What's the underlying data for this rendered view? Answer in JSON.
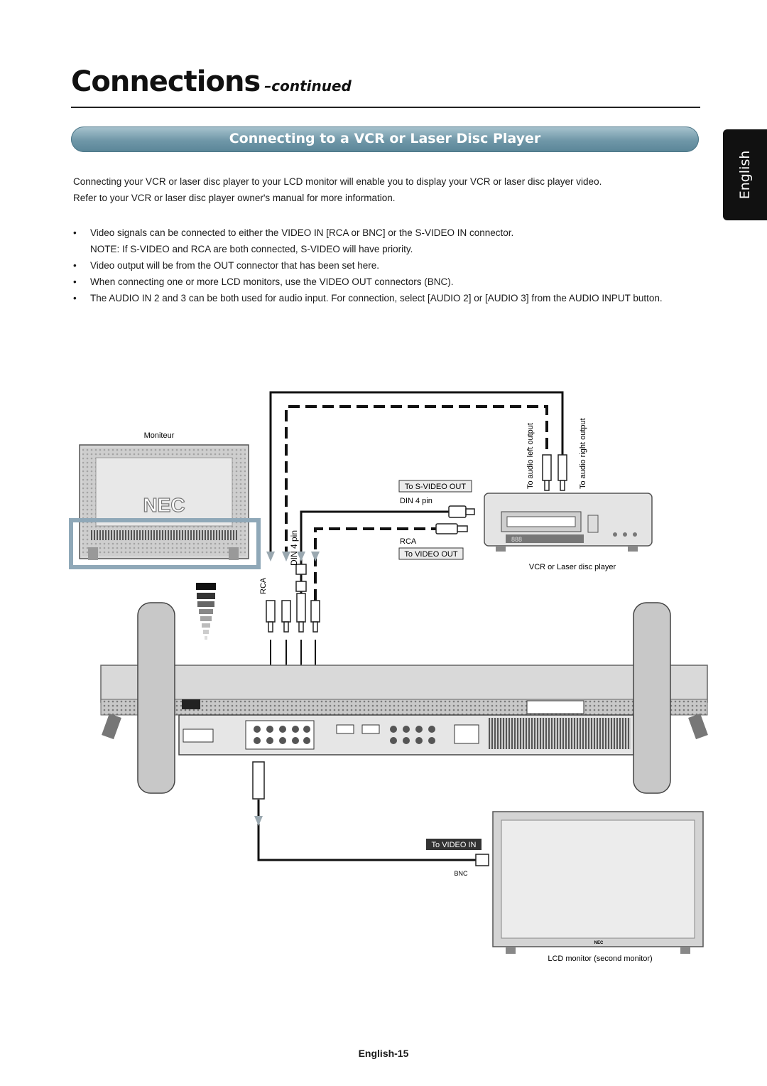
{
  "page": {
    "title": "Connections",
    "title_suffix": "–continued",
    "section_heading": "Connecting to a VCR or Laser Disc Player",
    "language_tab": "English",
    "intro_line1": "Connecting your VCR or laser disc player to your LCD monitor will enable you to display your VCR or laser disc player video.",
    "intro_line2": "Refer to your VCR or laser disc player owner's manual for more information.",
    "bullets": [
      "Video signals can be connected to either the VIDEO IN [RCA or BNC] or the S-VIDEO IN connector.",
      "Video output will be from the OUT connector that has been set here.",
      "When connecting one or more LCD monitors, use the VIDEO OUT connectors (BNC).",
      "The AUDIO IN 2 and 3 can be both used for audio input. For connection, select [AUDIO 2] or [AUDIO 3] from the AUDIO INPUT button."
    ],
    "note": "NOTE:  If S-VIDEO and RCA are both connected, S-VIDEO will have priority.",
    "footer": "English-15"
  },
  "diagram": {
    "monitor_label": "Moniteur",
    "brand_logo": "NEC",
    "audio_left": "To audio left output",
    "audio_right": "To audio right output",
    "svideo_out": "To  S-VIDEO  OUT",
    "din_pin": "DIN 4 pin",
    "rca": "RCA",
    "video_out": "To  VIDEO  OUT",
    "vcr_label": "VCR or Laser disc player",
    "vcr_display": "888",
    "din_vertical": "DIN 4 pin",
    "rca_vertical": "RCA",
    "video_in": "To  VIDEO IN",
    "bnc": "BNC",
    "second_monitor_label": "LCD monitor (second monitor)",
    "second_monitor_brand": "NEC"
  }
}
